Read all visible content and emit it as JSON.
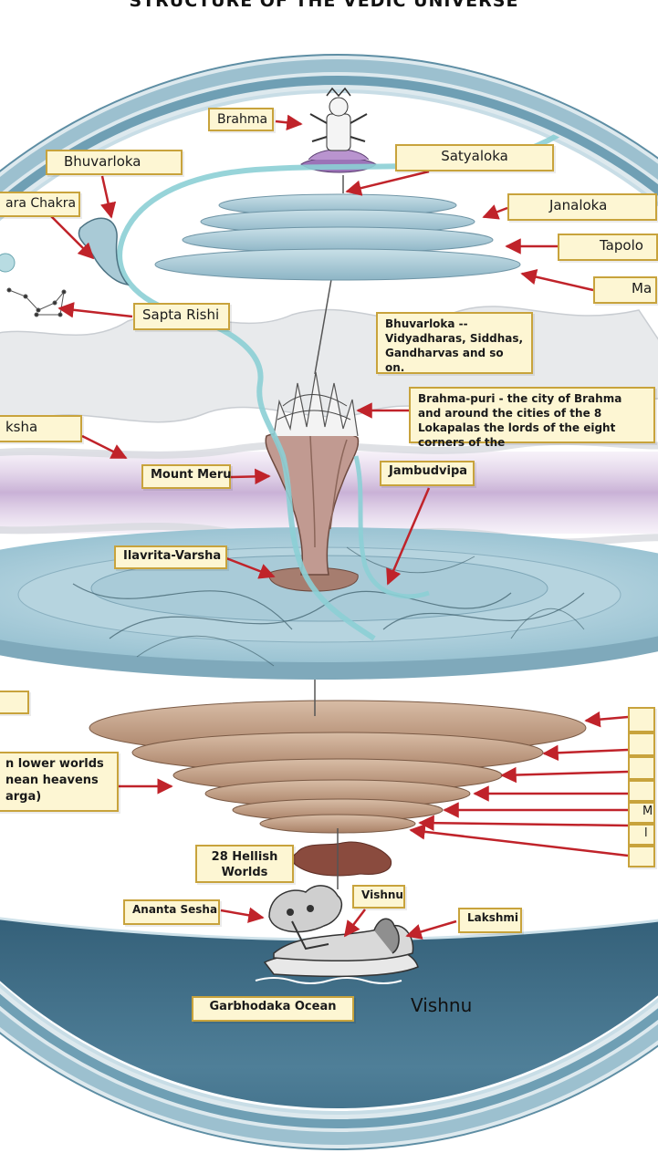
{
  "title": "STRUCTURE OF THE VEDIC UNIVERSE",
  "labels": {
    "brahma": "Brahma",
    "bhuvarloka": "Bhuvarloka",
    "satyaloka": "Satyaloka",
    "sisumara_chakra": "ara Chakra",
    "janaloka": "Janaloka",
    "tapoloka": "Tapolo",
    "maharloka": "Ma",
    "sapta_rishi": "Sapta Rishi",
    "bhuvarloka_desc": "Bhuvarloka -- Vidyadharas, Siddhas, Gandharvas and so on.",
    "brahma_puri": "Brahma-puri - the city of Brahma and around the cities of the 8 Lokapalas the lords of the eight corners of the",
    "antariksha": "ksha",
    "mount_meru": "Mount Meru",
    "jambudvipa": "Jambudvipa",
    "ilavrita_varsha": "Ilavrita-Varsha",
    "lower_worlds": "n lower worlds\nnean heavens\narga)",
    "hellish_worlds": "28 Hellish\nWorlds",
    "vishnu_box": "Vishnu",
    "ananta_sesha": "Ananta Sesha",
    "lakshmi": "Lakshmi",
    "garbhodaka_ocean": "Garbhodaka Ocean",
    "vishnu_text": "Vishnu",
    "right_letter_m": "M",
    "right_letter_l": "l"
  },
  "colors": {
    "label_fill": "#fdf6d3",
    "label_border": "#c8a33c",
    "arrow": "#c0232a",
    "outer_ring": "#6f9fb4",
    "ocean": "#3d6780",
    "upper_discs": "#a8c9d6",
    "lower_discs": "#bf9e86",
    "cloud": "#e6e8ea",
    "purple_band": "#cdb6d9",
    "meru": "#b9928a",
    "river": "#8ccfd5"
  },
  "icons": {
    "brahma": "brahma-figure-icon",
    "dolphin": "dolphin-icon",
    "vishnu": "reclining-vishnu-icon"
  }
}
